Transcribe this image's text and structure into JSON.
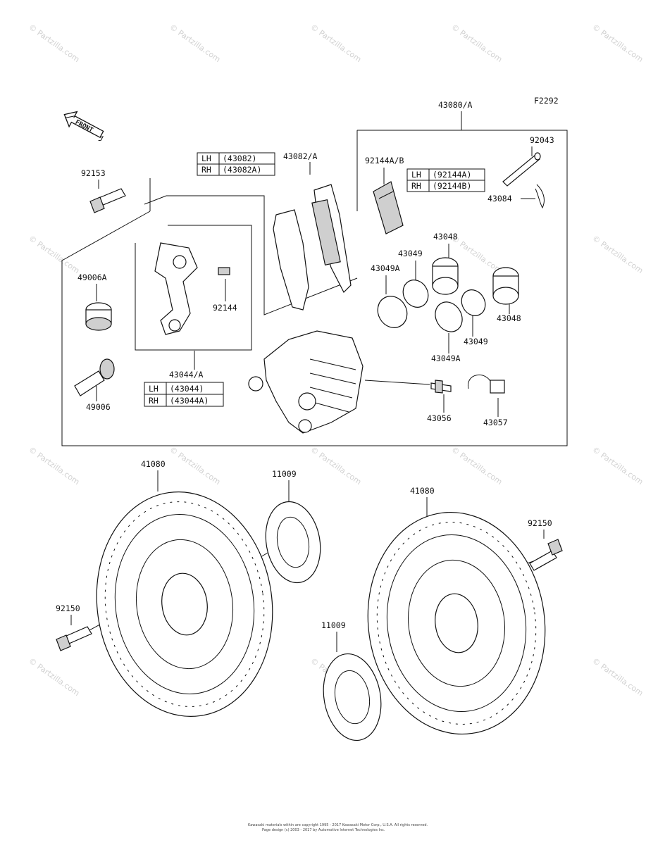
{
  "diagram": {
    "code": "F2292",
    "front_arrow": "FRONT",
    "watermark": "© Partzilla.com",
    "copyright": "Kawasaki materials within are copyright 1995 - 2017 Kawasaki Motor Corp., U.S.A. All rights reserved.",
    "copyright2": "Page design (c) 2003 - 2017 by Automotive Internet Technologies Inc.",
    "parts": {
      "p43080A": "43080/A",
      "p92043": "92043",
      "p43084": "43084",
      "p92144AB": "92144A/B",
      "p43082A": "43082/A",
      "p92153": "92153",
      "p49006A": "49006A",
      "p49006": "49006",
      "p92144": "92144",
      "p43044A": "43044/A",
      "p43048a": "43048",
      "p43048b": "43048",
      "p43049a": "43049",
      "p43049b": "43049",
      "p43049Aa": "43049A",
      "p43049Ab": "43049A",
      "p43056": "43056",
      "p43057": "43057",
      "p41080a": "41080",
      "p41080b": "41080",
      "p11009a": "11009",
      "p11009b": "11009",
      "p92150a": "92150",
      "p92150b": "92150"
    },
    "tables": {
      "t43082": {
        "lh_side": "LH",
        "lh_num": "(43082)",
        "rh_side": "RH",
        "rh_num": "(43082A)"
      },
      "t92144": {
        "lh_side": "LH",
        "lh_num": "(92144A)",
        "rh_side": "RH",
        "rh_num": "(92144B)"
      },
      "t43044": {
        "lh_side": "LH",
        "lh_num": "(43044)",
        "rh_side": "RH",
        "rh_num": "(43044A)"
      }
    }
  }
}
